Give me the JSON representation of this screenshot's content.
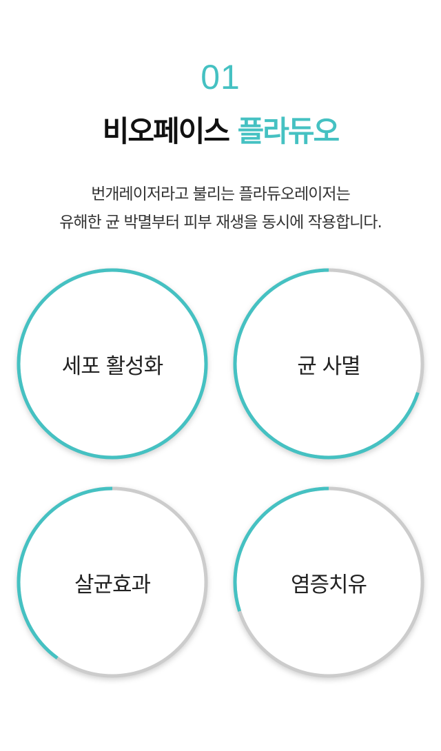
{
  "section": {
    "number": "01",
    "title_part1": "비오페이스",
    "title_part2": "플라듀오",
    "description_line1": "번개레이저라고 불리는 플라듀오레이저는",
    "description_line2": "유해한 균 박멸부터 피부 재생을 동시에 작용합니다."
  },
  "colors": {
    "accent": "#45c1c2",
    "track": "#cccccc",
    "text": "#222222"
  },
  "effects": [
    {
      "label": "세포 활성화",
      "progress": 1.0
    },
    {
      "label": "균 사멸",
      "progress": 0.7
    },
    {
      "label": "살균효과",
      "progress": 0.4
    },
    {
      "label": "염증치유",
      "progress": 0.3
    }
  ]
}
